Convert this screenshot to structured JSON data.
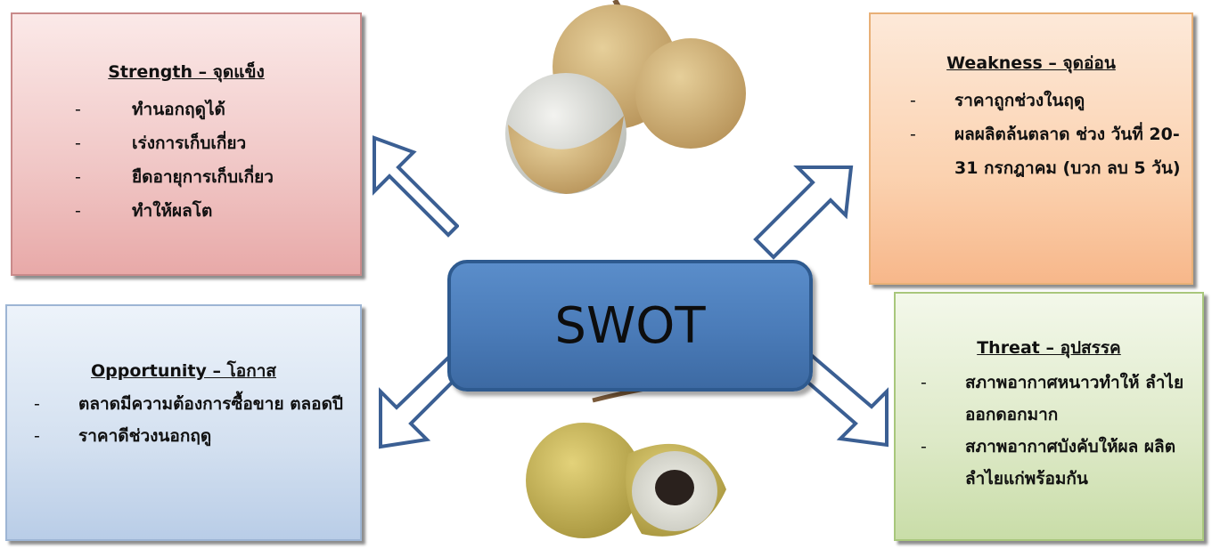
{
  "center": {
    "label": "SWOT"
  },
  "strength": {
    "title": "Strength – จุดแข็ง",
    "items": [
      "ทำนอกฤดูได้",
      "เร่งการเก็บเกี่ยว",
      "ยืดอายุการเก็บเกี่ยว",
      "ทำให้ผลโต"
    ]
  },
  "weakness": {
    "title": "Weakness – จุดอ่อน",
    "items": [
      "ราคาถูกช่วงในฤดู",
      "ผลผลิตล้นตลาด ช่วง วันที่ 20-31 กรกฎาคม (บวก ลบ 5 วัน)"
    ]
  },
  "opportunity": {
    "title": "Opportunity – โอกาส",
    "items": [
      "ตลาดมีความต้องการซื้อขาย ตลอดปี",
      "ราคาดีช่วงนอกฤดู"
    ]
  },
  "threat": {
    "title": "Threat – อุปสรรค",
    "items": [
      "สภาพอากาศหนาวทำให้ ลำไยออกดอกมาก",
      "สภาพอากาศบังคับให้ผล ผลิตลำไยแก่พร้อมกัน"
    ]
  },
  "dash": "-",
  "colors": {
    "strength": "#f0c6c5",
    "weakness": "#fbd2b0",
    "opportunity": "#d3e0f0",
    "threat": "#dde9c7",
    "center": "#4a7bb8",
    "arrow_stroke": "#3b5f93"
  },
  "images": [
    "longan-fruit-top",
    "longan-fruit-bottom"
  ]
}
